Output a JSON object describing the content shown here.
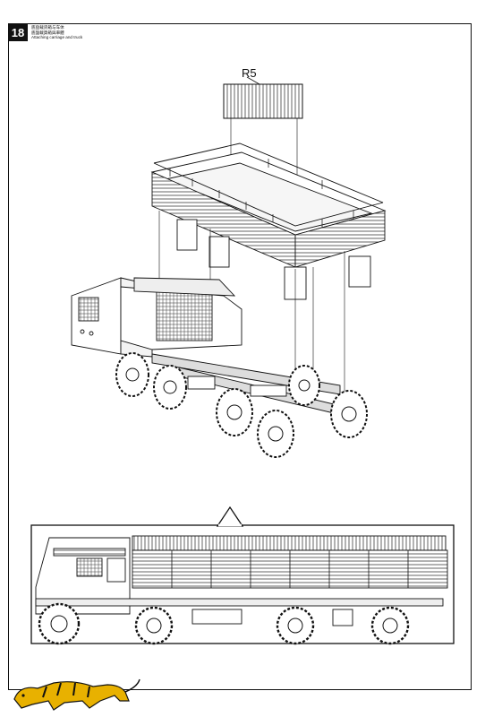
{
  "step": {
    "number": "18"
  },
  "caption": {
    "line1": "底盘载货箱与车体",
    "line2": "底盤載貨箱與車體",
    "line3": "Attaching carriage and truck"
  },
  "parts": {
    "r5_label": "R5"
  },
  "colors": {
    "ink": "#111111",
    "paper": "#ffffff",
    "logo_yellow": "#e8b100"
  },
  "icons": {
    "logo": "tiger-logo"
  }
}
